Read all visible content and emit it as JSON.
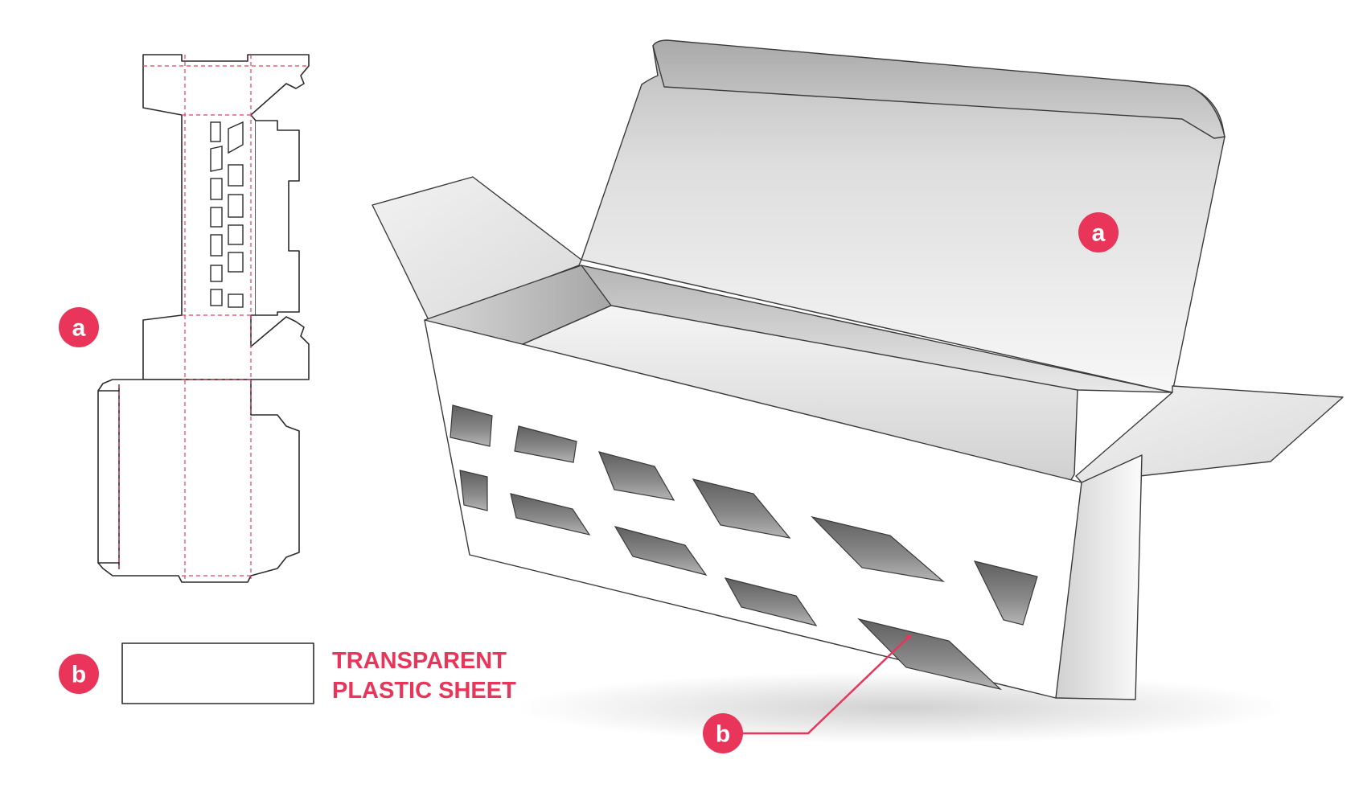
{
  "callouts": {
    "a_label": "a",
    "b_label": "b"
  },
  "caption": {
    "line1": "TRANSPARENT",
    "line2": "PLASTIC SHEET"
  },
  "colors": {
    "accent": "#e9355a",
    "dieline": "#2b2b2b",
    "fold_line": "#e2405f"
  }
}
